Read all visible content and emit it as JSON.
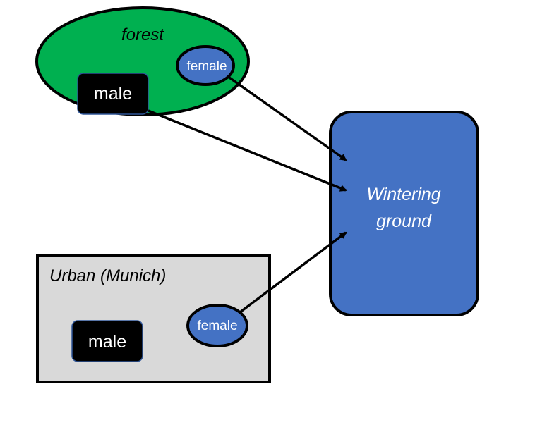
{
  "diagram": {
    "forest": {
      "label": "forest",
      "color": "#00B050"
    },
    "urban": {
      "label": "Urban (Munich)",
      "color": "#D9D9D9"
    },
    "wintering": {
      "line1": "Wintering",
      "line2": "ground",
      "color": "#4472C4"
    },
    "forest_male": {
      "label": "male"
    },
    "forest_female": {
      "label": "female"
    },
    "urban_male": {
      "label": "male"
    },
    "urban_female": {
      "label": "female"
    },
    "colors": {
      "female": "#4472C4",
      "male": "#000000",
      "stroke": "#000000",
      "text_light": "#ffffff"
    }
  }
}
